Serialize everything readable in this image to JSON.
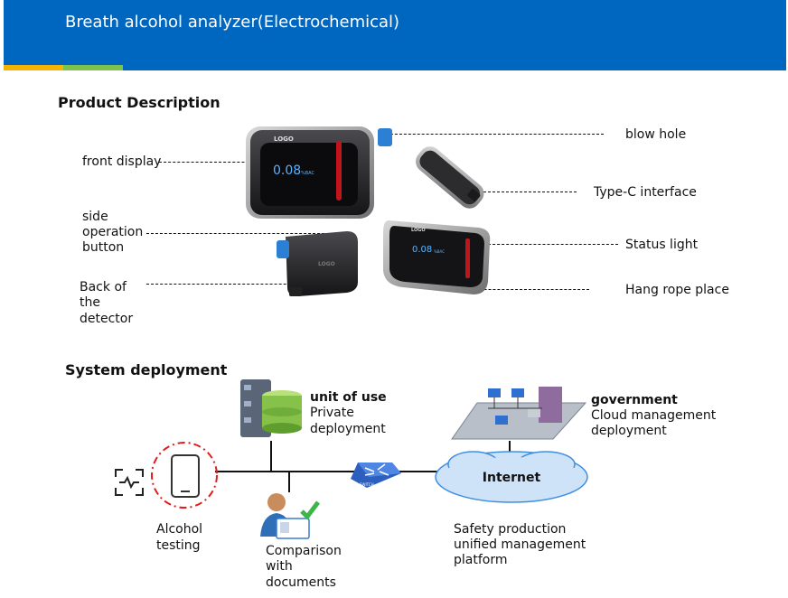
{
  "header": {
    "title": "Breath alcohol analyzer(Electrochemical)",
    "colors": {
      "bar": "#0067c0",
      "yellow": "#f5b400",
      "green": "#7dc24a",
      "blue": "#0067c0"
    }
  },
  "product": {
    "section_title": "Product Description",
    "display_reading": "0.08",
    "display_unit": "%BAC",
    "logo_text": "LOGO",
    "labels": {
      "front_display": "front display",
      "side_button": [
        "side",
        "operation",
        "button"
      ],
      "back": [
        "Back of",
        "the",
        "detector"
      ],
      "blow_hole": "blow hole",
      "type_c": "Type-C interface",
      "status_light": "Status light",
      "hang_rope": "Hang rope place"
    }
  },
  "deployment": {
    "section_title": "System deployment",
    "unit_of_use": {
      "title": "unit of use",
      "lines": [
        "Private",
        "deployment"
      ]
    },
    "government": {
      "title": "government",
      "lines": [
        "Cloud management",
        "deployment"
      ]
    },
    "internet_label": "Internet",
    "switch_label": "SWITCH",
    "alcohol_testing": [
      "Alcohol",
      "testing"
    ],
    "comparison": [
      "Comparison",
      "with",
      "documents"
    ],
    "platform": [
      "Safety production",
      "unified management",
      "platform"
    ]
  }
}
